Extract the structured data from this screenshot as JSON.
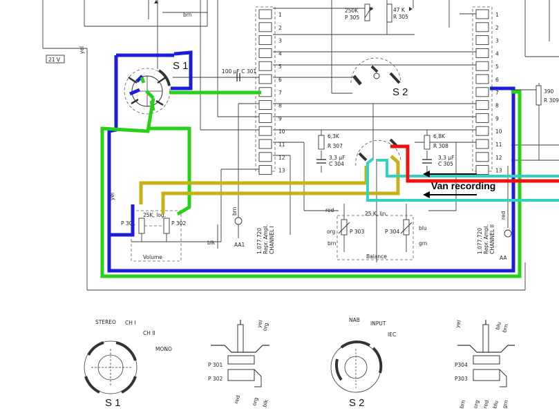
{
  "colors": {
    "blue": "#1b1ed6",
    "green": "#27d11a",
    "yellow": "#c9b017",
    "cyan": "#2ed3c2",
    "red": "#ee1111",
    "ink": "#333333"
  },
  "top": {
    "brn": "brn",
    "v21": "21 V",
    "yel": "yel",
    "r305_val": "47 K",
    "r305": "R 305",
    "p305_val": "250K",
    "p305": "P 305",
    "r309_val": "390",
    "r309": "R 309"
  },
  "switches": {
    "s1": "S 1",
    "s2": "S 2"
  },
  "caps": {
    "c301_val": "100 µF",
    "c301": "C 301",
    "c304_val": "3,3 µF",
    "c304": "C 304",
    "c305_val": "3,3 µF",
    "c305": "C 305"
  },
  "resistors": {
    "r307_val": "6,3K",
    "r307": "R 307",
    "r308_val": "6,8K",
    "r308": "R 308"
  },
  "pins_left": [
    "1",
    "2",
    "3",
    "4",
    "5",
    "6",
    "7",
    "8",
    "9",
    "10",
    "11",
    "12",
    "13"
  ],
  "pins_right": [
    "1",
    "2",
    "3",
    "4",
    "5",
    "6",
    "7",
    "8",
    "9",
    "10",
    "11",
    "12",
    "13"
  ],
  "amp_left": {
    "part": "1.077.720",
    "line1": "Repr. Ampl.",
    "line2": "CHANNEL I"
  },
  "amp_right": {
    "part": "1.077.720",
    "line1": "Repr. Ampl.",
    "line2": "CHANNEL II"
  },
  "volume": {
    "pot": "25K, log.",
    "p301": "P 301",
    "p302": "P 302",
    "label": "Volume",
    "blk": "blk",
    "yel": "yel"
  },
  "balance": {
    "pot": "25 K, lin.",
    "p303": "P 303",
    "p304": "P 304",
    "label": "Balance",
    "red": "red",
    "org": "org",
    "brn": "brn",
    "blu": "blu",
    "grn": "grn"
  },
  "terminals": {
    "aa1": "AA1",
    "brn": "brn",
    "aa2": "AA",
    "red": "red"
  },
  "annotation": "Van recording",
  "detail": {
    "s1_stereo": "STEREO",
    "s1_ch1": "CH I",
    "s1_ch2": "CH II",
    "s1_mono": "MONO",
    "s1_label": "S 1",
    "p301": "P 301",
    "p302": "P 302",
    "w_yel": "yel",
    "w_org": "org",
    "w_red": "red",
    "w_org2": "org",
    "w_blk": "blk",
    "s2_nab": "NAB",
    "s2_input": "INPUT",
    "s2_iec": "IEC",
    "s2_label": "S 2",
    "p304": "P304",
    "p303": "P303",
    "w_yel2": "yel",
    "w_blu": "blu",
    "w_brn": "brn",
    "w_org3": "org",
    "w_red2": "red",
    "w_blu2": "blu",
    "w_grn": "grn"
  }
}
